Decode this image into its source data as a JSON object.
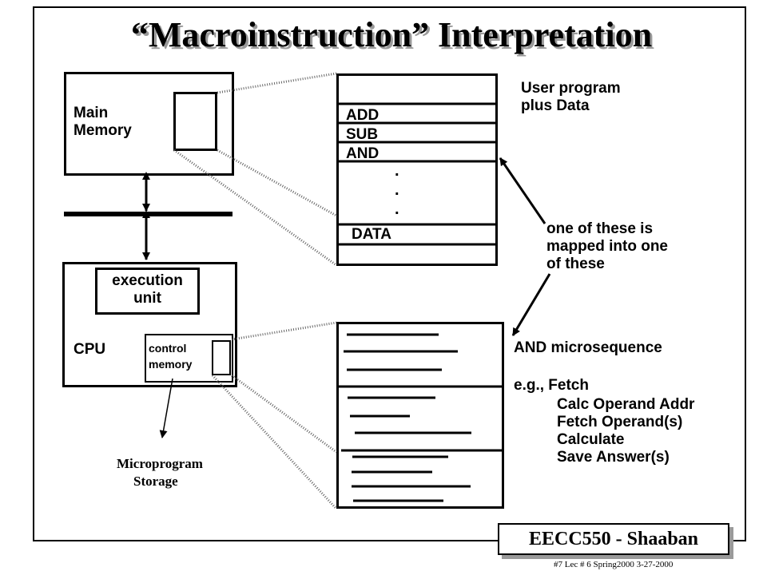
{
  "title": "“Macroinstruction” Interpretation",
  "main_memory": {
    "label_line1": "Main",
    "label_line2": "Memory"
  },
  "cpu": {
    "label": "CPU",
    "execution_unit_line1": "execution",
    "execution_unit_line2": "unit",
    "control_memory_line1": "control",
    "control_memory_line2": "memory"
  },
  "microprogram_storage": {
    "line1": "Microprogram",
    "line2": "Storage"
  },
  "user_program": {
    "caption_line1": "User program",
    "caption_line2": "plus Data",
    "instructions": [
      "ADD",
      "SUB",
      "AND"
    ],
    "dots": [
      ".",
      ".",
      "."
    ],
    "data_label": "DATA"
  },
  "mapping_note": {
    "line1": "one of these is",
    "line2": "mapped into one",
    "line3": "of these"
  },
  "microsequence": {
    "heading": "AND microsequence",
    "eg_label": "e.g., Fetch",
    "steps": [
      "Calc Operand Addr",
      "Fetch Operand(s)",
      "Calculate",
      "Save Answer(s)"
    ]
  },
  "footer": {
    "badge": "EECC550 - Shaaban",
    "note": "#7   Lec # 6   Spring2000   3-27-2000"
  }
}
